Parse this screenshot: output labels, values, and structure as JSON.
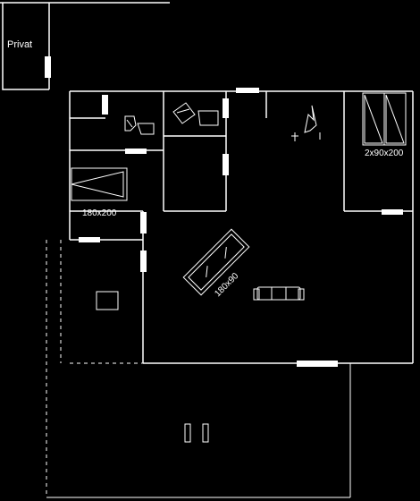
{
  "plan": {
    "background": "#000000",
    "line_color": "#ffffff",
    "labels": {
      "privat": "Privat",
      "bed_double": "2x90x200",
      "bed_single": "180x200",
      "table": "180x90"
    },
    "icons": [
      "toilet-icon",
      "sink-icon",
      "fireplace-icon",
      "sofa-icon",
      "dining-table-icon",
      "bed-icon",
      "pillar-icon"
    ]
  }
}
